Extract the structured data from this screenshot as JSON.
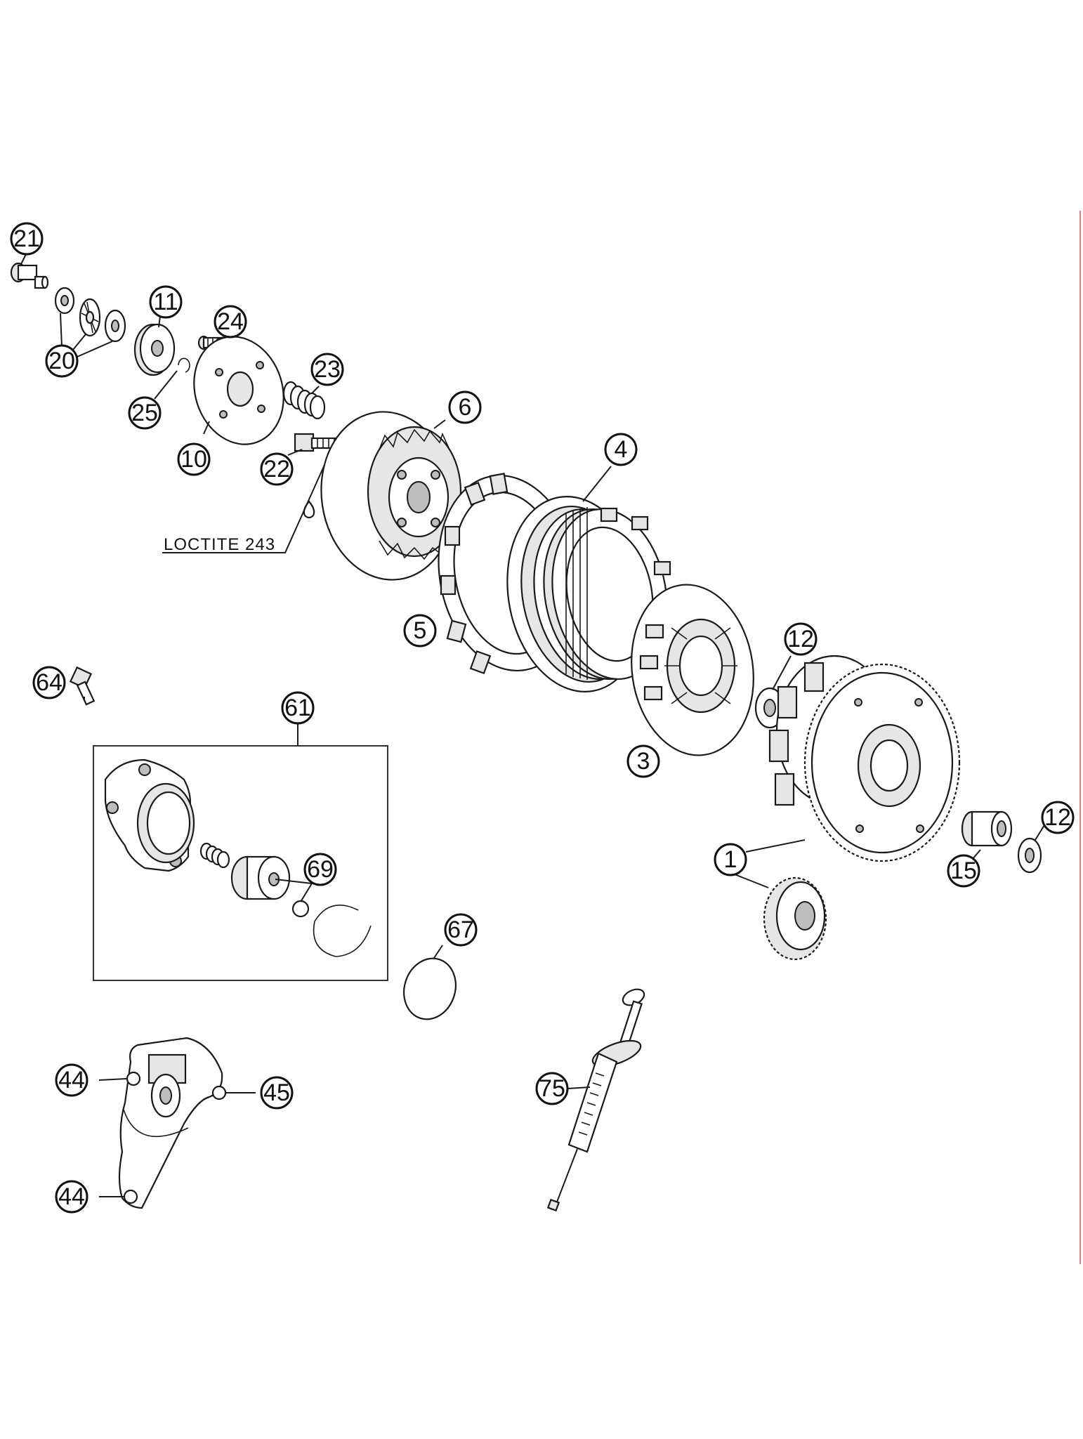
{
  "callouts": {
    "c21": "21",
    "c20": "20",
    "c11": "11",
    "c24": "24",
    "c25": "25",
    "c23": "23",
    "c10": "10",
    "c22": "22",
    "c6": "6",
    "c4": "4",
    "c5": "5",
    "c12a": "12",
    "c3": "3",
    "c12b": "12",
    "c1": "1",
    "c15": "15",
    "c64": "64",
    "c61": "61",
    "c69": "69",
    "c67": "67",
    "c44a": "44",
    "c45": "45",
    "c44b": "44",
    "c75": "75"
  },
  "notes": {
    "loctite": "LOCTITE 243"
  }
}
